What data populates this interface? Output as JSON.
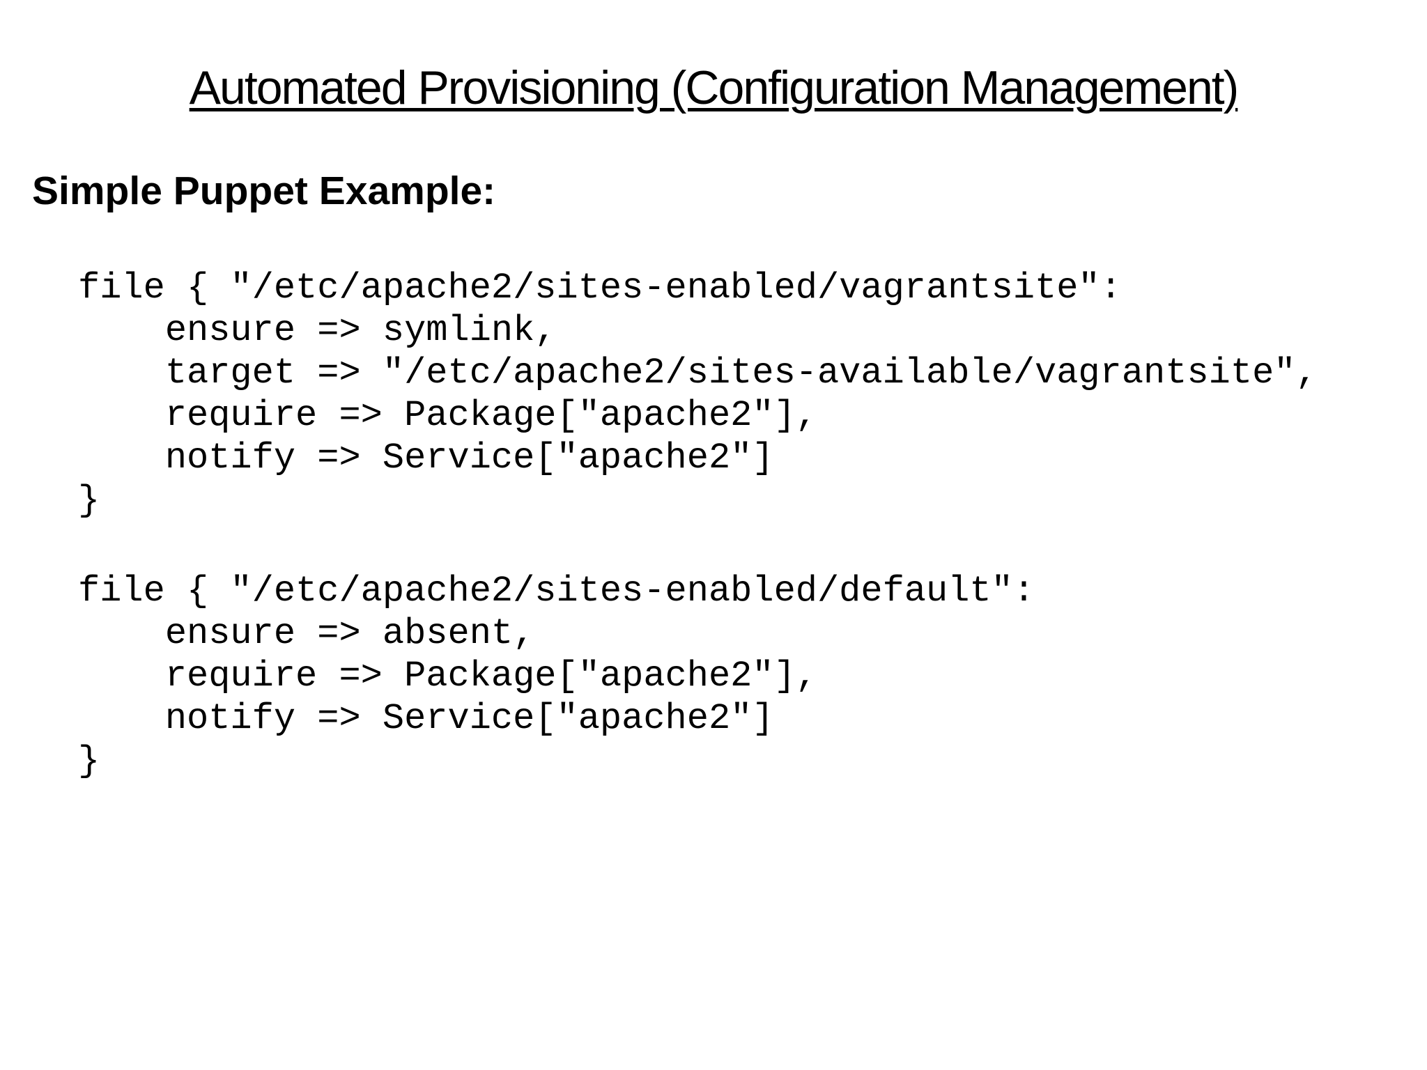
{
  "slide": {
    "title": "Automated Provisioning (Configuration Management)",
    "heading": "Simple Puppet Example:",
    "code_blocks": [
      {
        "lines": [
          "file { \"/etc/apache2/sites-enabled/vagrantsite\":",
          "    ensure => symlink,",
          "    target => \"/etc/apache2/sites-available/vagrantsite\",",
          "    require => Package[\"apache2\"],",
          "    notify => Service[\"apache2\"]",
          "}"
        ]
      },
      {
        "lines": [
          "file { \"/etc/apache2/sites-enabled/default\":",
          "    ensure => absent,",
          "    require => Package[\"apache2\"],",
          "    notify => Service[\"apache2\"]",
          "}"
        ]
      }
    ]
  },
  "colors": {
    "background": "#ffffff",
    "text": "#000000"
  }
}
